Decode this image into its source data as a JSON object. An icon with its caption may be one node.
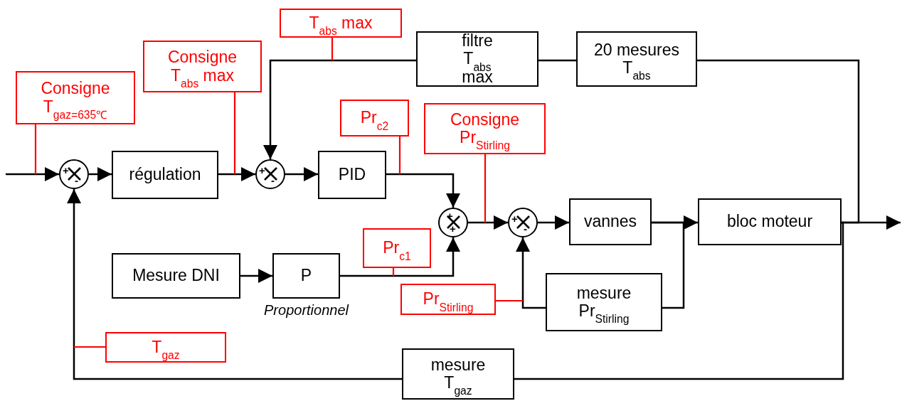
{
  "diagram": {
    "nodes": [
      {
        "text": [
          "Consigne T$_{gaz=635℃}$"
        ]
      },
      {
        "text": [
          "Consigne T$_{abs}$ max"
        ]
      },
      {
        "text": [
          "T$_{abs}$ max"
        ]
      },
      {
        "text": [
          "filtre T$_{abs}$ max"
        ]
      },
      {
        "text": [
          "20 mesures T$_{abs}$"
        ]
      },
      {
        "text": [
          "Pr$_{c2}$"
        ]
      },
      {
        "text": [
          "Consigne Pr$_{Stirling}$"
        ]
      },
      {
        "text": [
          "+",
          "-"
        ]
      },
      {
        "text": [
          "régulation"
        ]
      },
      {
        "text": [
          "+",
          "-"
        ]
      },
      {
        "text": [
          "PID"
        ]
      },
      {
        "text": [
          "+",
          "+"
        ]
      },
      {
        "text": [
          "+",
          "-"
        ]
      },
      {
        "text": [
          "vannes"
        ]
      },
      {
        "text": [
          "bloc moteur"
        ]
      },
      {
        "text": [
          "Mesure DNI"
        ]
      },
      {
        "text": [
          "P"
        ],
        "beside": [
          "Proportionnel"
        ]
      },
      {
        "text": [
          "Pr$_{c1}$"
        ]
      },
      {
        "text": [
          "Pr$_{Stirling}$"
        ]
      },
      {
        "text": [
          "mesure Pr$_{Stirling}$"
        ]
      },
      {
        "text": [
          "T$_{gaz}$"
        ]
      },
      {
        "text": [
          "mesure T$_{gaz}$"
        ]
      }
    ],
    "edges": [
      {
        "from": null,
        "to": 7,
        "arrow": "to"
      },
      {
        "from": 7,
        "to": 8,
        "arrow": "to"
      },
      {
        "from": 8,
        "to": 9,
        "arrow": "to"
      },
      {
        "from": 9,
        "to": 10,
        "arrow": "to"
      },
      {
        "from": 10,
        "to": 11,
        "arrow": "to"
      },
      {
        "from": 11,
        "to": 12,
        "arrow": "to"
      },
      {
        "from": 12,
        "to": 13,
        "arrow": "to"
      },
      {
        "from": 13,
        "to": 14,
        "arrow": "to"
      },
      {
        "from": 14,
        "to": null,
        "arrow": "to"
      },
      {
        "from": 15,
        "to": 16,
        "arrow": "to"
      },
      {
        "from": 16,
        "to": 11,
        "arrow": "to"
      },
      {
        "from": 14,
        "to": 4,
        "arrow": "none"
      },
      {
        "from": 4,
        "to": 3,
        "arrow": "none"
      },
      {
        "from": 3,
        "to": 9,
        "arrow": "to"
      },
      {
        "from": 13,
        "to": 19,
        "arrow": "none"
      },
      {
        "from": 19,
        "to": 12,
        "arrow": "to"
      },
      {
        "from": 14,
        "to": 21,
        "arrow": "none"
      },
      {
        "from": 21,
        "to": 7,
        "arrow": "to"
      },
      {
        "from": 0,
        "to": null,
        "arrow": "none",
        "color": "#ff0000"
      },
      {
        "from": 1,
        "to": null,
        "arrow": "none",
        "color": "#ff0000"
      },
      {
        "from": 2,
        "to": null,
        "arrow": "none",
        "color": "#ff0000"
      },
      {
        "from": 5,
        "to": null,
        "arrow": "none",
        "color": "#ff0000"
      },
      {
        "from": 6,
        "to": null,
        "arrow": "none",
        "color": "#ff0000"
      },
      {
        "from": 17,
        "to": null,
        "arrow": "none",
        "color": "#ff0000"
      },
      {
        "from": 18,
        "to": null,
        "arrow": "none",
        "color": "#ff0000"
      },
      {
        "from": 20,
        "to": null,
        "arrow": "none",
        "color": "#ff0000"
      }
    ]
  }
}
